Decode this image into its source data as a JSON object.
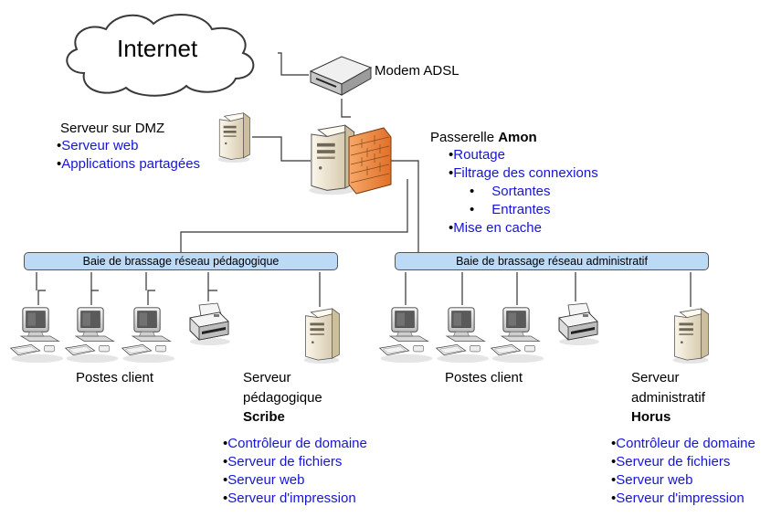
{
  "internet": {
    "label": "Internet"
  },
  "modem": {
    "label": "Modem ADSL"
  },
  "dmz": {
    "title": "Serveur sur DMZ",
    "items": [
      "Serveur web",
      "Applications partagées"
    ]
  },
  "amon": {
    "title_prefix": "Passerelle",
    "title_name": "Amon",
    "items": [
      "Routage",
      "Filtrage des connexions",
      "Sortantes",
      "Entrantes",
      "Mise en cache"
    ]
  },
  "switches": {
    "pedagogique": "Baie de brassage réseau pédagogique",
    "administratif": "Baie de brassage réseau administratif"
  },
  "clients_left": {
    "label": "Postes client"
  },
  "clients_right": {
    "label": "Postes client"
  },
  "scribe": {
    "line1": "Serveur",
    "line2": "pédagogique",
    "name": "Scribe",
    "items": [
      "Contrôleur de domaine",
      "Serveur de fichiers",
      "Serveur web",
      "Serveur d'impression"
    ]
  },
  "horus": {
    "line1": "Serveur",
    "line2": "administratif",
    "name": "Horus",
    "items": [
      "Contrôleur de domaine",
      "Serveur de fichiers",
      "Serveur web",
      "Serveur d'impression"
    ]
  },
  "colors": {
    "link": "#1515d8",
    "switch": "#bcd9f5",
    "server": "#efe6d2",
    "firewall": "#f08a3c"
  }
}
